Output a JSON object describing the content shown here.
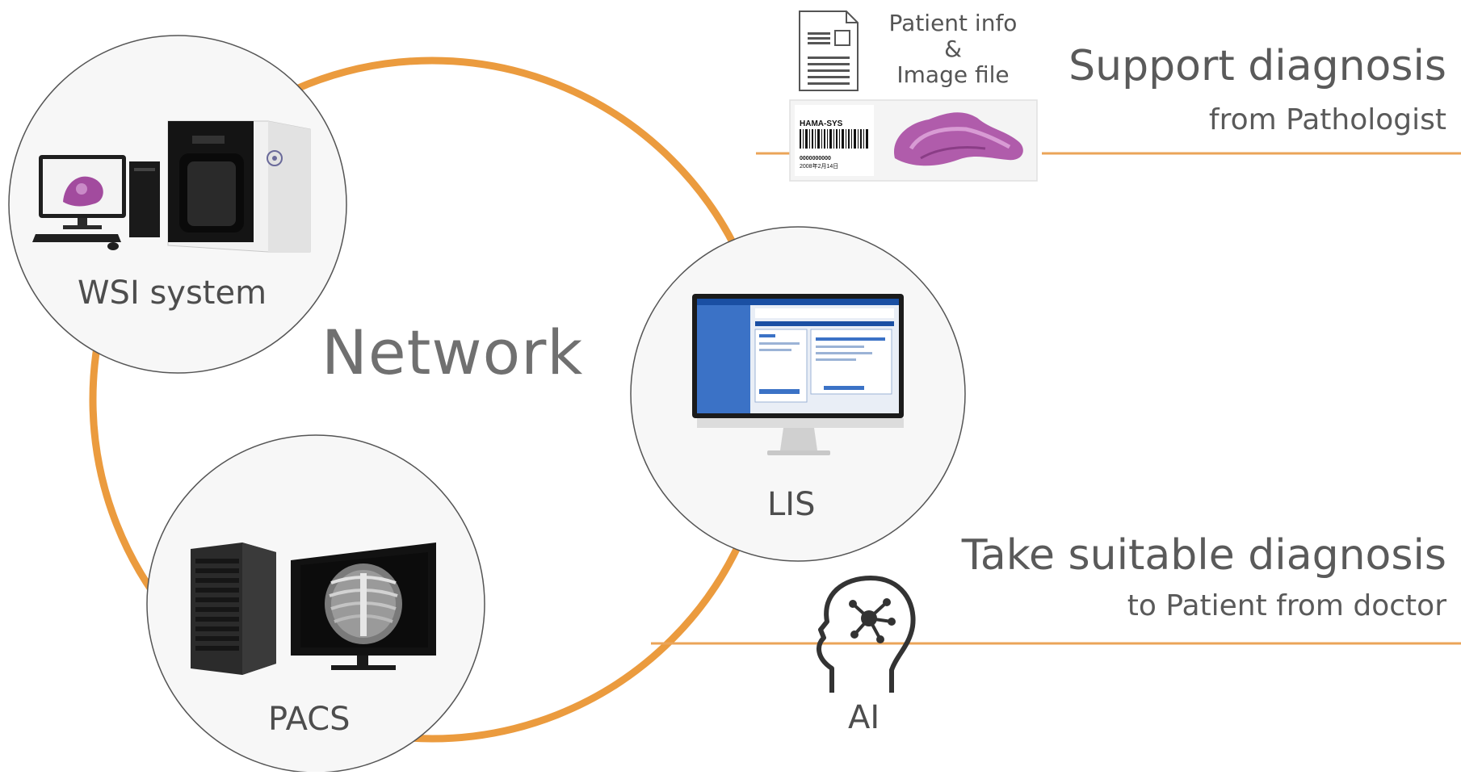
{
  "network_label": "Network",
  "nodes": {
    "wsi": {
      "label": "WSI system"
    },
    "lis": {
      "label": "LIS"
    },
    "pacs": {
      "label": "PACS"
    },
    "ai": {
      "label": "AI"
    }
  },
  "document": {
    "label_line1": "Patient info",
    "label_amp": "&",
    "label_line2": "Image file"
  },
  "slide": {
    "barcode_label": "HAMA-SYS",
    "barcode_number": "0000000000",
    "barcode_date": "2008年2月14日"
  },
  "lis_screen": {
    "title": "Electronic Medical Record System"
  },
  "outcomes": {
    "support": {
      "title": "Support diagnosis",
      "subtitle": "from Pathologist"
    },
    "take": {
      "title": "Take suitable diagnosis",
      "subtitle": "to Patient from doctor"
    }
  },
  "colors": {
    "ring": "#eb9b3e",
    "connector": "#eba458",
    "circle_border": "#555555",
    "circle_fill": "#f7f7f7"
  }
}
